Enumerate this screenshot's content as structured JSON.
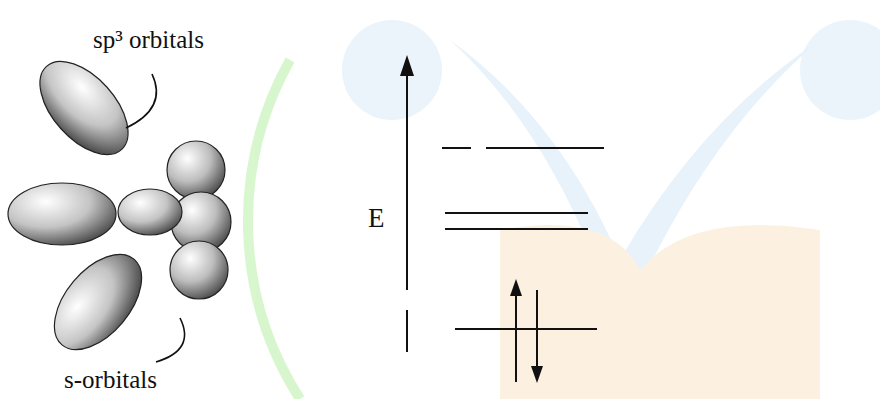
{
  "diagram": {
    "labels": [
      "sp³ orbitals",
      "s-orbitals",
      "E"
    ]
  }
}
